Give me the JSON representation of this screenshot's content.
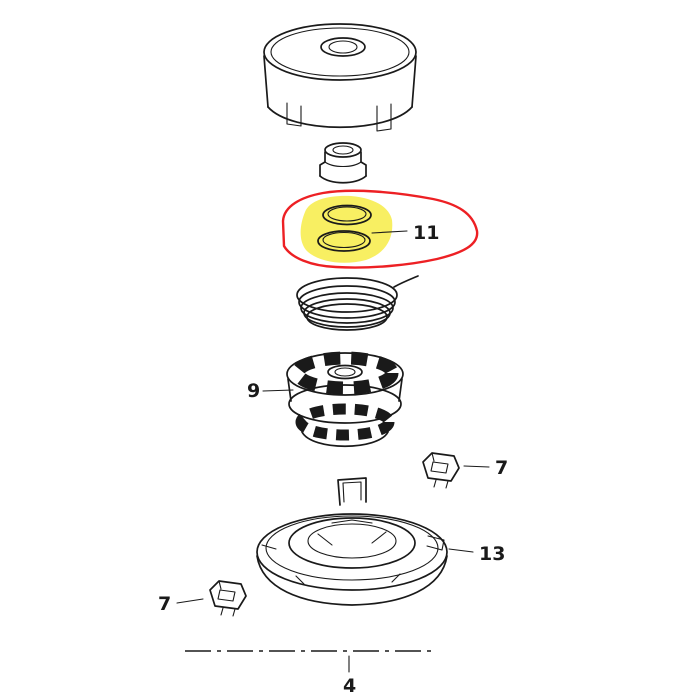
{
  "diagram": {
    "kind": "exploded-parts-diagram",
    "background_color": "#ffffff",
    "line_color": "#1a1a1a",
    "highlight": {
      "outline_color": "#ed2024",
      "fill_color": "#f8ef62"
    },
    "parts": [
      {
        "label": "11",
        "name": "snap-rings",
        "highlighted": true
      },
      {
        "label": "9",
        "name": "spool"
      },
      {
        "label": "7",
        "name": "clip-right"
      },
      {
        "label": "13",
        "name": "base-cover"
      },
      {
        "label": "7",
        "name": "clip-left"
      },
      {
        "label": "4",
        "name": "assembly-centerline"
      }
    ]
  }
}
